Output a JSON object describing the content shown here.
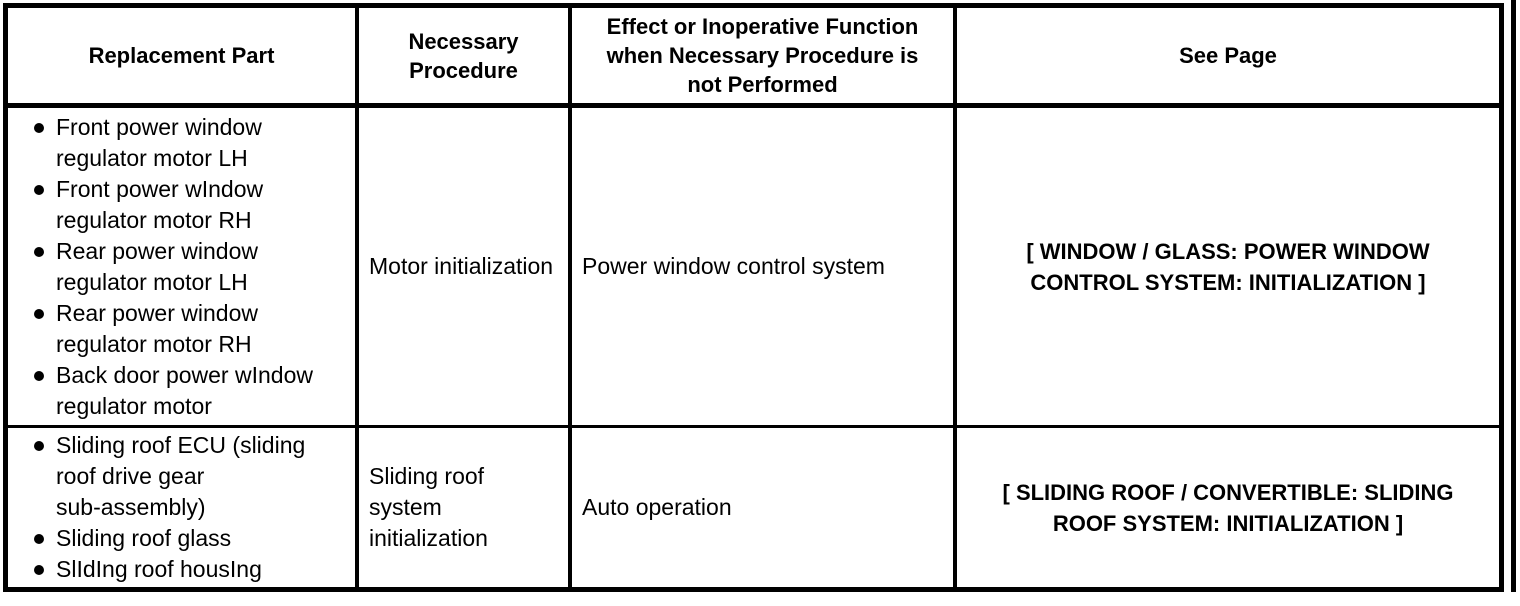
{
  "table": {
    "columns": [
      {
        "id": "replacement-part",
        "label": "Replacement Part"
      },
      {
        "id": "necessary-procedure",
        "label": "Necessary\nProcedure",
        "line1": "Necessary",
        "line2": "Procedure"
      },
      {
        "id": "effect-inoperative",
        "label": "Effect or Inoperative Function when Necessary Procedure is not Performed",
        "line1": "Effect or Inoperative Function",
        "line2": "when Necessary Procedure is",
        "line3": "not Performed"
      },
      {
        "id": "see-page",
        "label": "See Page"
      }
    ],
    "rows": [
      {
        "id": "power-window-row",
        "parts": [
          {
            "text": "Front power window regulator motor LH",
            "line1": "Front power window",
            "line2": "regulator motor LH"
          },
          {
            "text": "Front power window regulator motor RH",
            "line1": "Front power wIndow",
            "line2": "regulator motor RH"
          },
          {
            "text": "Rear power window regulator motor LH",
            "line1": "Rear power window",
            "line2": "regulator motor LH"
          },
          {
            "text": "Rear power window regulator motor RH",
            "line1": "Rear power window",
            "line2": "regulator motor RH"
          },
          {
            "text": "Back door power window regulator motor",
            "line1": "Back door power wIndow",
            "line2": "regulator motor"
          }
        ],
        "procedure": "Motor initialization",
        "effect": "Power window control system",
        "see_page": {
          "text": "[ WINDOW / GLASS: POWER WINDOW CONTROL SYSTEM: INITIALIZATION ]",
          "line1": "[ WINDOW / GLASS: POWER WINDOW",
          "line2": "CONTROL SYSTEM: INITIALIZATION ]"
        }
      },
      {
        "id": "sliding-roof-row",
        "parts": [
          {
            "text": "Sliding roof ECU (sliding roof drive gear sub-assembly)",
            "line1": "Sliding roof ECU (sliding",
            "line2": "roof drive gear",
            "line3": "sub-assembly)"
          },
          {
            "text": "Sliding roof glass",
            "line1": "Sliding roof glass"
          },
          {
            "text": "Sliding roof housing",
            "line1": "SlIdIng roof housIng"
          }
        ],
        "procedure": {
          "text": "Sliding roof system initialization",
          "line1": "Sliding roof",
          "line2": "system",
          "line3": "initialization"
        },
        "effect": "Auto operation",
        "see_page": {
          "text": "[ SLIDING ROOF / CONVERTIBLE: SLIDING ROOF SYSTEM: INITIALIZATION ]",
          "line1": "[ SLIDING ROOF / CONVERTIBLE: SLIDING",
          "line2": "ROOF SYSTEM: INITIALIZATION ]"
        }
      }
    ]
  },
  "colors": {
    "border": "#000000",
    "text": "#000000",
    "background": "#ffffff"
  }
}
